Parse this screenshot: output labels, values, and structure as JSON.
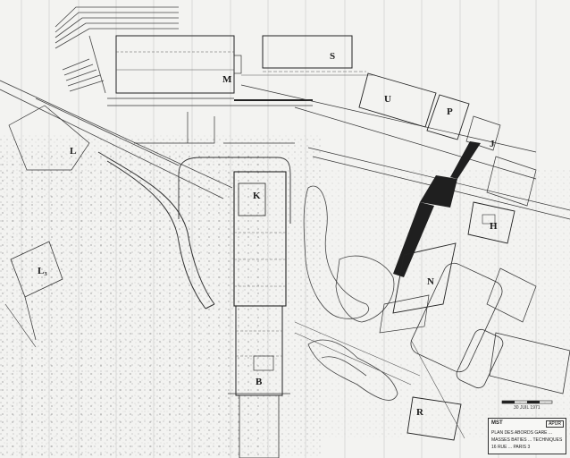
{
  "labels": {
    "M": "M",
    "S": "S",
    "U": "U",
    "P": "P",
    "L": "L",
    "J": "J",
    "K": "K",
    "H": "H",
    "L3": "L₃",
    "N": "N",
    "B": "B",
    "R": "R"
  },
  "titleblock": {
    "code": "MST",
    "badge": "APUR",
    "line1": "PLAN DES ABORDS GARE ...",
    "line2": "MASSES BATIES ... TECHNIQUES",
    "line3": "16 RUE ... PARIS 3"
  },
  "date": "30 JUIL 1971"
}
